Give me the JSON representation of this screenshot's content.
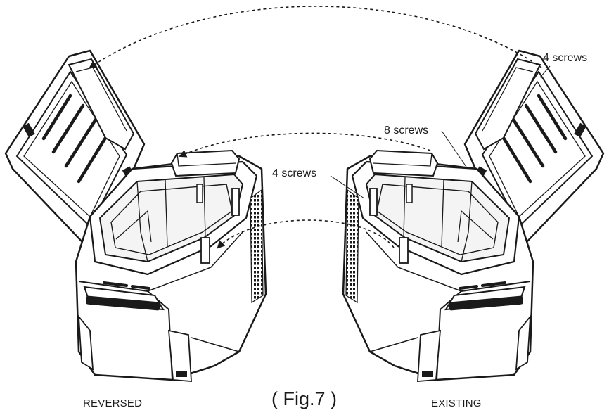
{
  "labels": {
    "left_title": "REVERSED",
    "right_title": "EXISTING",
    "figure": "( Fig.7 )",
    "screws_top": "4 screws",
    "screws_middle": "8 screws",
    "screws_lower": "4 screws"
  },
  "colors": {
    "line": "#1a1a1a",
    "fill": "#ffffff",
    "light_fill": "#f4f4f4"
  }
}
